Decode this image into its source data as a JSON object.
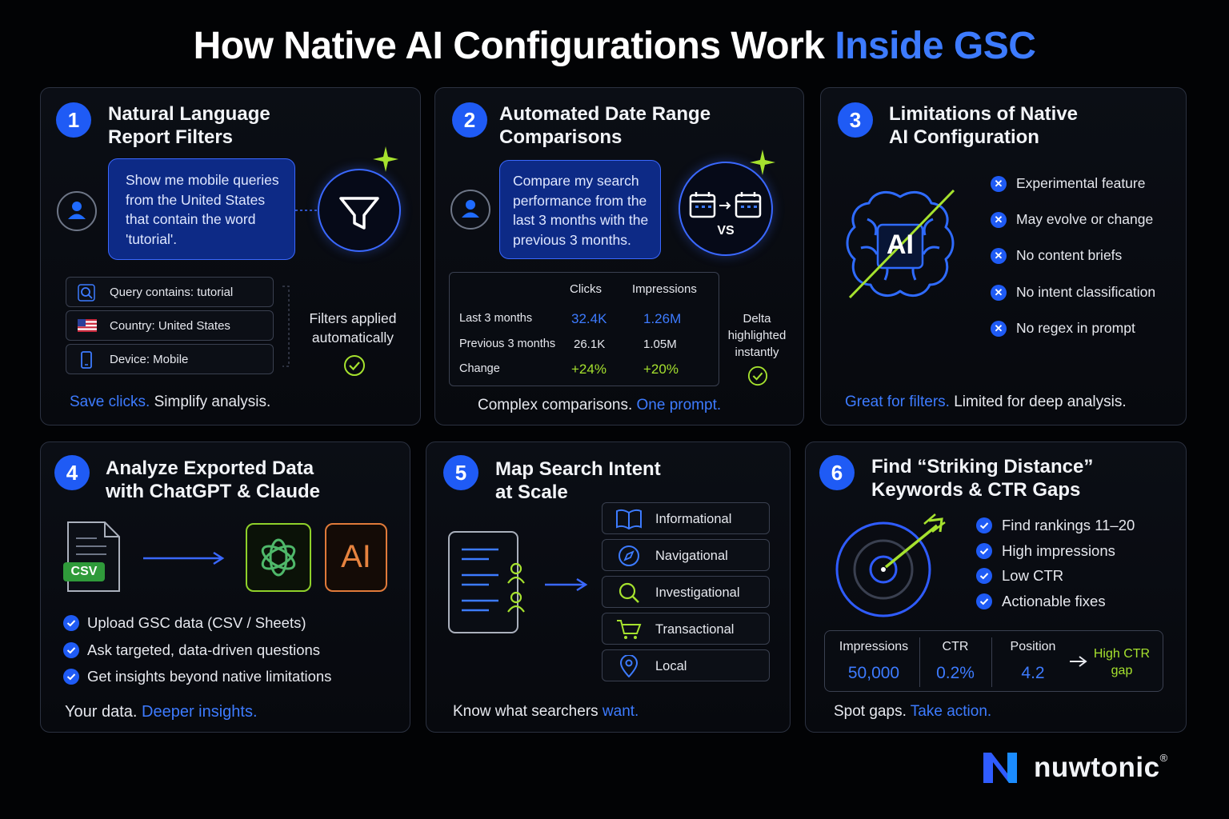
{
  "title": {
    "main": "How Native AI Configurations Work",
    "highlight": "Inside GSC"
  },
  "colors": {
    "accent_blue": "#3d7bff",
    "accent_green": "#a6e22e",
    "badge_blue": "#1f5bf5",
    "background": "#020305"
  },
  "cards": {
    "filters": {
      "number": "1",
      "title_lines": [
        "Natural Language",
        "Report Filters"
      ],
      "prompt_lines": [
        "Show me mobile queries",
        "from the United States",
        "that contain the word",
        "'tutorial'."
      ],
      "chips": [
        {
          "icon": "search-icon",
          "label": "Query contains: tutorial"
        },
        {
          "icon": "us-flag-icon",
          "label": "Country: United States"
        },
        {
          "icon": "mobile-phone-icon",
          "label": "Device: Mobile"
        }
      ],
      "note_lines": [
        "Filters applied",
        "automatically"
      ],
      "tagline_highlight": "Save clicks.",
      "tagline_rest": " Simplify analysis."
    },
    "dates": {
      "number": "2",
      "title_lines": [
        "Automated Date Range",
        "Comparisons"
      ],
      "prompt_lines": [
        "Compare my search",
        "performance from the",
        "last 3 months with the",
        "previous 3 months."
      ],
      "vs_label": "VS",
      "table": {
        "headers": [
          "Clicks",
          "Impressions"
        ],
        "rows": [
          {
            "label": "Last 3 months",
            "clicks": "32.4K",
            "impressions": "1.26M"
          },
          {
            "label": "Previous 3 months",
            "clicks": "26.1K",
            "impressions": "1.05M"
          },
          {
            "label": "Change",
            "clicks": "+24%",
            "impressions": "+20%"
          }
        ]
      },
      "note_lines": [
        "Delta",
        "highlighted",
        "instantly"
      ],
      "tagline_rest": "Complex comparisons. ",
      "tagline_highlight": "One prompt."
    },
    "limits": {
      "number": "3",
      "title_lines": [
        "Limitations of Native",
        "AI Configuration"
      ],
      "brain_label": "AI",
      "items": [
        "Experimental feature",
        "May evolve or change",
        "No content briefs",
        "No intent classification",
        "No regex in prompt"
      ],
      "tagline_highlight": "Great for filters.",
      "tagline_rest": " Limited for deep analysis."
    },
    "export": {
      "number": "4",
      "title_lines": [
        "Analyze Exported Data",
        "with ChatGPT & Claude"
      ],
      "file_label": "CSV",
      "ai_label": "AI",
      "items": [
        "Upload GSC data (CSV / Sheets)",
        "Ask targeted, data-driven questions",
        "Get insights beyond native limitations"
      ],
      "tagline_rest": "Your data. ",
      "tagline_highlight": "Deeper insights."
    },
    "intent": {
      "number": "5",
      "title_lines": [
        "Map Search Intent",
        "at Scale"
      ],
      "items": [
        {
          "icon": "book-icon",
          "label": "Informational"
        },
        {
          "icon": "compass-icon",
          "label": "Navigational"
        },
        {
          "icon": "search-icon",
          "label": "Investigational"
        },
        {
          "icon": "cart-icon",
          "label": "Transactional"
        },
        {
          "icon": "location-pin-icon",
          "label": "Local"
        }
      ],
      "tagline_rest": "Know what searchers ",
      "tagline_highlight": "want."
    },
    "striking": {
      "number": "6",
      "title_lines": [
        "Find “Striking Distance”",
        "Keywords & CTR Gaps"
      ],
      "items": [
        "Find rankings 11–20",
        "High impressions",
        "Low CTR",
        "Actionable fixes"
      ],
      "metrics": [
        {
          "label": "Impressions",
          "value": "50,000"
        },
        {
          "label": "CTR",
          "value": "0.2%"
        },
        {
          "label": "Position",
          "value": "4.2"
        }
      ],
      "gap_lines": [
        "High CTR",
        "gap"
      ],
      "tagline_rest": "Spot gaps. ",
      "tagline_highlight": "Take action."
    }
  },
  "brand": {
    "name": "nuwtonic",
    "mark": "®"
  }
}
